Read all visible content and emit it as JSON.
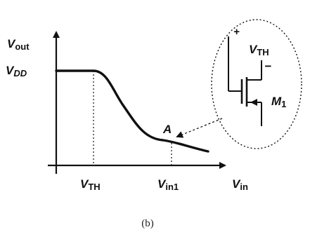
{
  "axes": {
    "y_label_main": "V",
    "y_label_sub": "out",
    "x_label_main": "V",
    "x_label_sub": "in"
  },
  "levels": {
    "vdd_main": "V",
    "vdd_sub": "DD"
  },
  "ticks": {
    "vth_main": "V",
    "vth_sub": "TH",
    "vin1_main": "V",
    "vin1_sub": "in1"
  },
  "point_label": "A",
  "inset": {
    "plus": "+",
    "minus": "−",
    "vth_main": "V",
    "vth_sub": "TH",
    "transistor_main": "M",
    "transistor_sub": "1"
  },
  "caption": "(b)"
}
